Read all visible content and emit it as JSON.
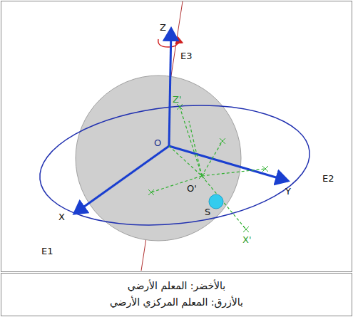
{
  "diagram": {
    "labels": [
      "Z",
      "E3",
      "O",
      "Y",
      "E2",
      "X",
      "E1",
      "Z'",
      "O'",
      "S",
      "X'",
      "بالأخضر: المعلم الأرضي",
      "بالأزرق: المعلم المركزي الأرضي"
    ]
  }
}
